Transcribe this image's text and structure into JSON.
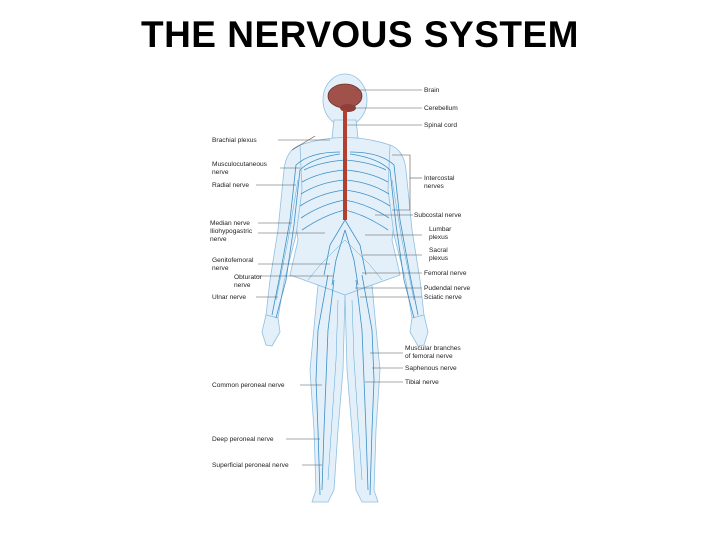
{
  "title": "THE NERVOUS SYSTEM",
  "colors": {
    "nerve": "#3d8fc6",
    "body_fill": "#e3f0fa",
    "spinal_cord": "#b3402e",
    "brain": "#a0524a"
  },
  "labels": {
    "right": {
      "brain": "Brain",
      "cerebellum": "Cerebellum",
      "spinal_cord": "Spinal cord",
      "intercostal_1": "Intercostal",
      "intercostal_2": "nerves",
      "subcostal": "Subcostal nerve",
      "lumbar_1": "Lumbar",
      "lumbar_2": "plexus",
      "sacral_1": "Sacral",
      "sacral_2": "plexus",
      "femoral": "Femoral nerve",
      "pudendal": "Pudendal nerve",
      "sciatic": "Sciatic nerve",
      "muscular_1": "Muscular branches",
      "muscular_2": "of femoral nerve",
      "saphenous": "Saphenous nerve",
      "tibial": "Tibial nerve"
    },
    "left": {
      "brachial": "Brachial plexus",
      "musculocutaneous_1": "Musculocutaneous",
      "musculocutaneous_2": "nerve",
      "radial": "Radial nerve",
      "median": "Median nerve",
      "iliohypogastric_1": "Iliohypogastric",
      "iliohypogastric_2": "nerve",
      "genitofemoral_1": "Genitofemoral",
      "genitofemoral_2": "nerve",
      "obturator_1": "Obturator",
      "obturator_2": "nerve",
      "ulnar": "Ulnar nerve",
      "common_peroneal": "Common peroneal nerve",
      "deep_peroneal": "Deep peroneal nerve",
      "superficial_peroneal": "Superficial peroneal nerve"
    }
  }
}
